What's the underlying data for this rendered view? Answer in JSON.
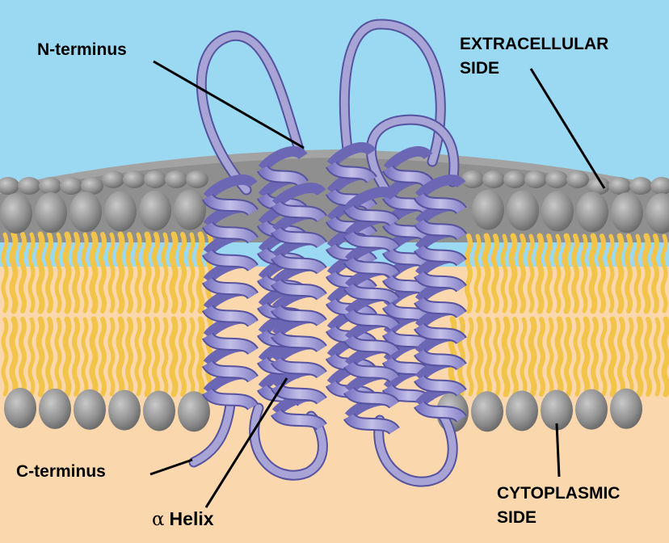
{
  "colors": {
    "extracellular": "#9bd9f2",
    "cytoplasm": "#fad7ad",
    "lipid_head": "#8c8c8c",
    "lipid_tail": "#f2c54a",
    "protein": "#a9a4d6",
    "protein_dark": "#5552a0"
  },
  "labels": {
    "n_terminus": "N-terminus",
    "extracellular_line1": "EXTRACELLULAR",
    "extracellular_line2": "SIDE",
    "c_terminus": "C-terminus",
    "alpha_symbol": "α",
    "helix": "Helix",
    "cytoplasmic_line1": "CYTOPLASMIC",
    "cytoplasmic_line2": "SIDE"
  },
  "helix_count": 7
}
